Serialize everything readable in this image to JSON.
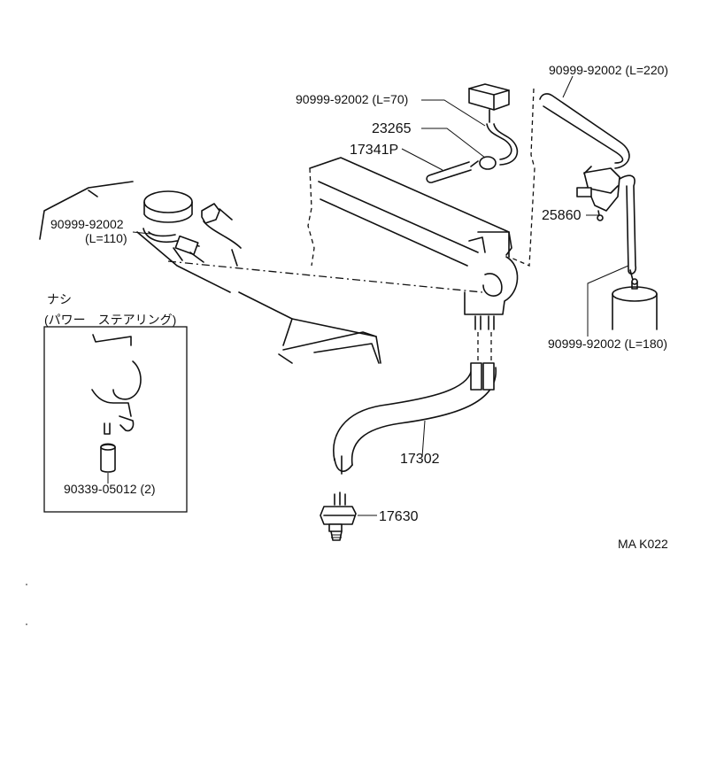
{
  "labels": {
    "hose_l70": "90999-92002 (L=70)",
    "hose_l220": "90999-92002 (L=220)",
    "hose_l110_part": "90999-92002",
    "hose_l110_len": "(L=110)",
    "hose_l180": "90999-92002 (L=180)",
    "p23265": "23265",
    "p17341p": "17341P",
    "p25860": "25860",
    "p17302": "17302",
    "p17630": "17630",
    "inset_line1": "ナシ",
    "inset_line2": "(パワー　ステアリング)",
    "inset_part": "90339-05012 (2)",
    "figure_code": "MA K022"
  },
  "icons": [
    "engine-block-drawing",
    "vacuum-switch",
    "vsv-valve",
    "tank-drawing",
    "hose-drawing",
    "connector-drawing",
    "clip-drawing"
  ]
}
